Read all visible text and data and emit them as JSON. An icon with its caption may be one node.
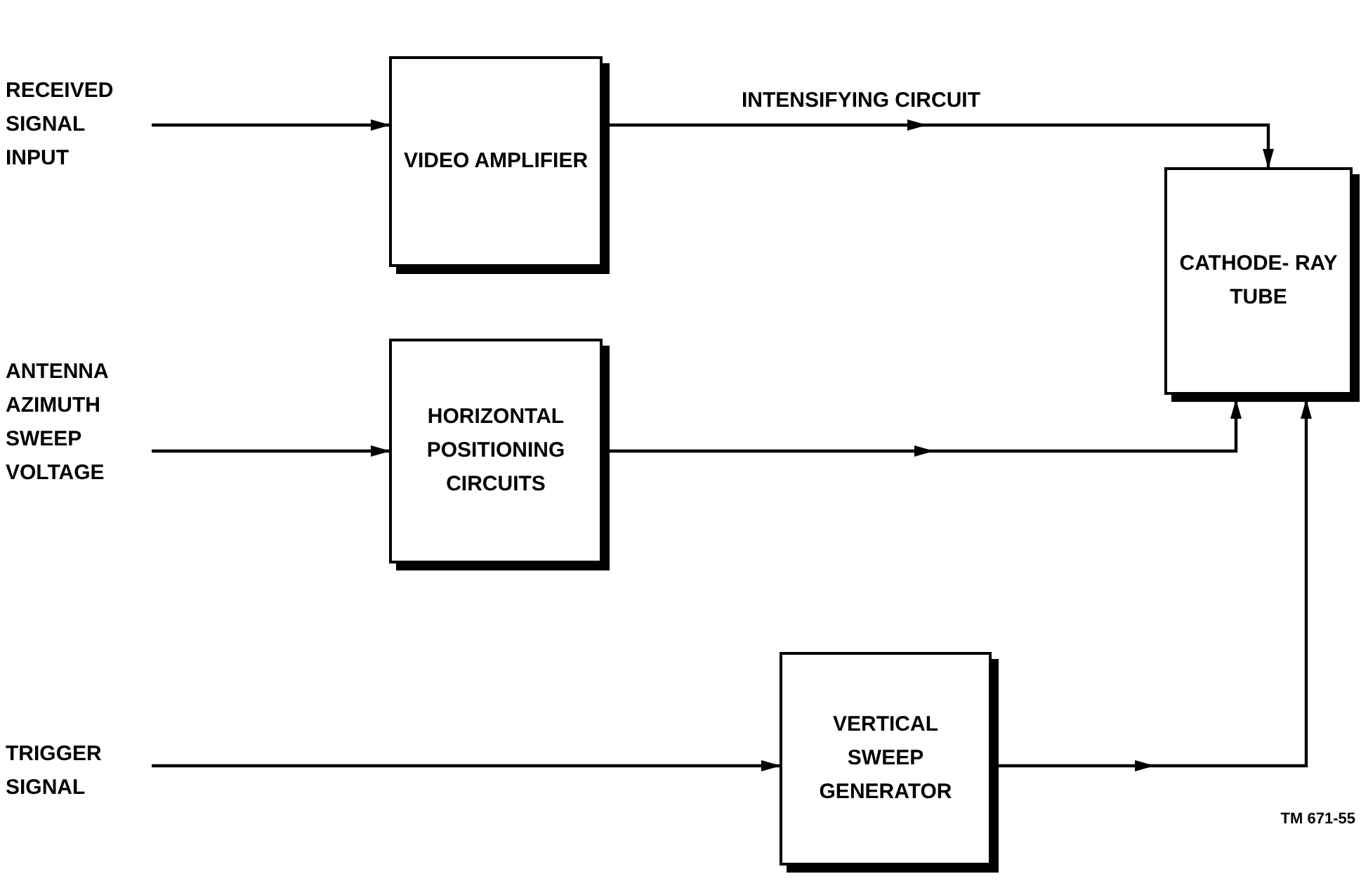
{
  "diagram": {
    "nodes": [
      {
        "text": [
          "RECEIVED SIGNAL INPUT"
        ]
      },
      {
        "text": [
          "VIDEO AMPLIFIER"
        ]
      },
      {
        "text": [
          "CATHODE- RAY TUBE"
        ]
      },
      {
        "text": [
          "ANTENNA AZIMUTH SWEEP VOLTAGE"
        ]
      },
      {
        "text": [
          "HORIZONTAL POSITIONING CIRCUITS"
        ]
      },
      {
        "text": [
          "TRIGGER SIGNAL"
        ]
      },
      {
        "text": [
          "VERTICAL SWEEP GENERATOR"
        ]
      }
    ],
    "edges": [
      {
        "from": 0,
        "to": 1,
        "arrow": "to"
      },
      {
        "from": 1,
        "to": 2,
        "arrow": "to",
        "label": "INTENSIFYING CIRCUIT"
      },
      {
        "from": 3,
        "to": 4,
        "arrow": "to"
      },
      {
        "from": 4,
        "to": 2,
        "arrow": "to"
      },
      {
        "from": 5,
        "to": 6,
        "arrow": "to"
      },
      {
        "from": 6,
        "to": 2,
        "arrow": "to"
      }
    ],
    "labels": [
      "TM 671-55"
    ]
  }
}
